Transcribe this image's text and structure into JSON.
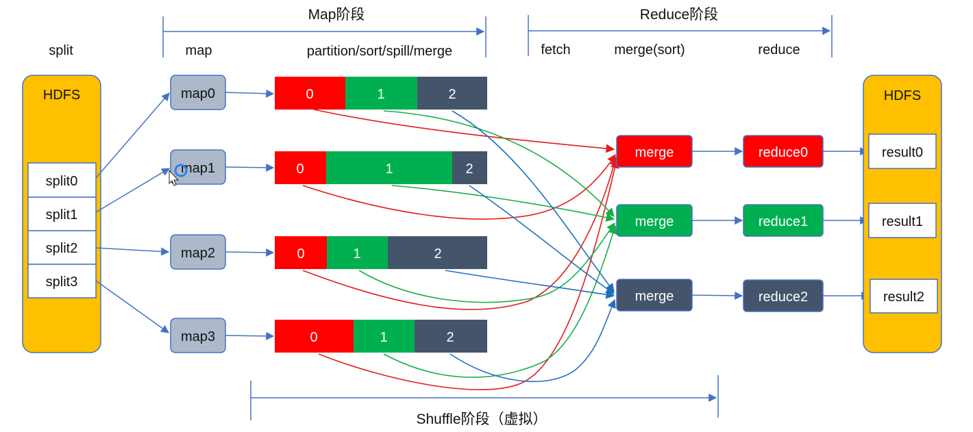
{
  "colors": {
    "hdfs": "#FFC000",
    "map_box": "#ADB9CA",
    "p0": "#FF0000",
    "p1": "#00B050",
    "p2": "#44546A",
    "arrow_blue": "#4472C4",
    "line_red": "#E31A1C",
    "line_green": "#1AAD4B",
    "line_blue": "#1F6FBF"
  },
  "headers": {
    "map_phase": "Map阶段",
    "reduce_phase": "Reduce阶段",
    "shuffle_phase": "Shuffle阶段（虚拟）"
  },
  "column_labels": {
    "split": "split",
    "map": "map",
    "partition": "partition/sort/spill/merge",
    "fetch": "fetch",
    "merge_sort": "merge(sort)",
    "reduce": "reduce"
  },
  "hdfs_left": {
    "title": "HDFS",
    "splits": [
      "split0",
      "split1",
      "split2",
      "split3"
    ]
  },
  "maps": [
    "map0",
    "map1",
    "map2",
    "map3"
  ],
  "partitions": [
    [
      "0",
      "1",
      "2"
    ],
    [
      "0",
      "1",
      "2"
    ],
    [
      "0",
      "1",
      "2"
    ],
    [
      "0",
      "1",
      "2"
    ]
  ],
  "merges": [
    "merge",
    "merge",
    "merge"
  ],
  "reduces": [
    "reduce0",
    "reduce1",
    "reduce2"
  ],
  "hdfs_right": {
    "title": "HDFS",
    "results": [
      "result0",
      "result1",
      "result2"
    ]
  },
  "icons": [
    "mouse-cursor-icon"
  ]
}
